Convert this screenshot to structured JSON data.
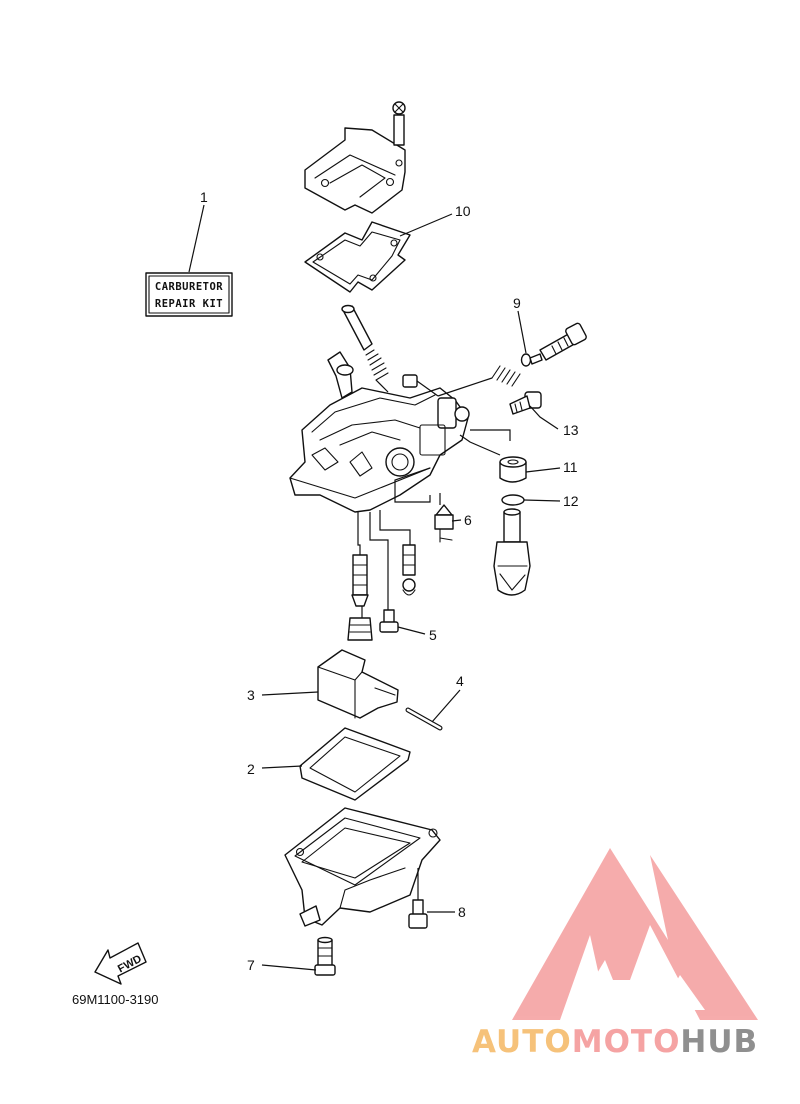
{
  "diagram": {
    "repair_kit_label": [
      "CARBURETOR",
      "REPAIR KIT"
    ],
    "diagram_code": "69M1100-3190",
    "fwd_label": "FWD",
    "callouts": {
      "c1": "1",
      "c2": "2",
      "c3": "3",
      "c4": "4",
      "c5": "5",
      "c6": "6",
      "c7": "7",
      "c8": "8",
      "c9": "9",
      "c10": "10",
      "c11": "11",
      "c12": "12",
      "c13": "13"
    }
  },
  "watermark": {
    "parts": [
      "AUTO",
      "MOTO",
      "HUB"
    ],
    "colors": {
      "auto": "#f6c27a",
      "moto": "#f5a3a3",
      "hub": "#8f8f8f",
      "logo": "#f5a3a3"
    }
  }
}
